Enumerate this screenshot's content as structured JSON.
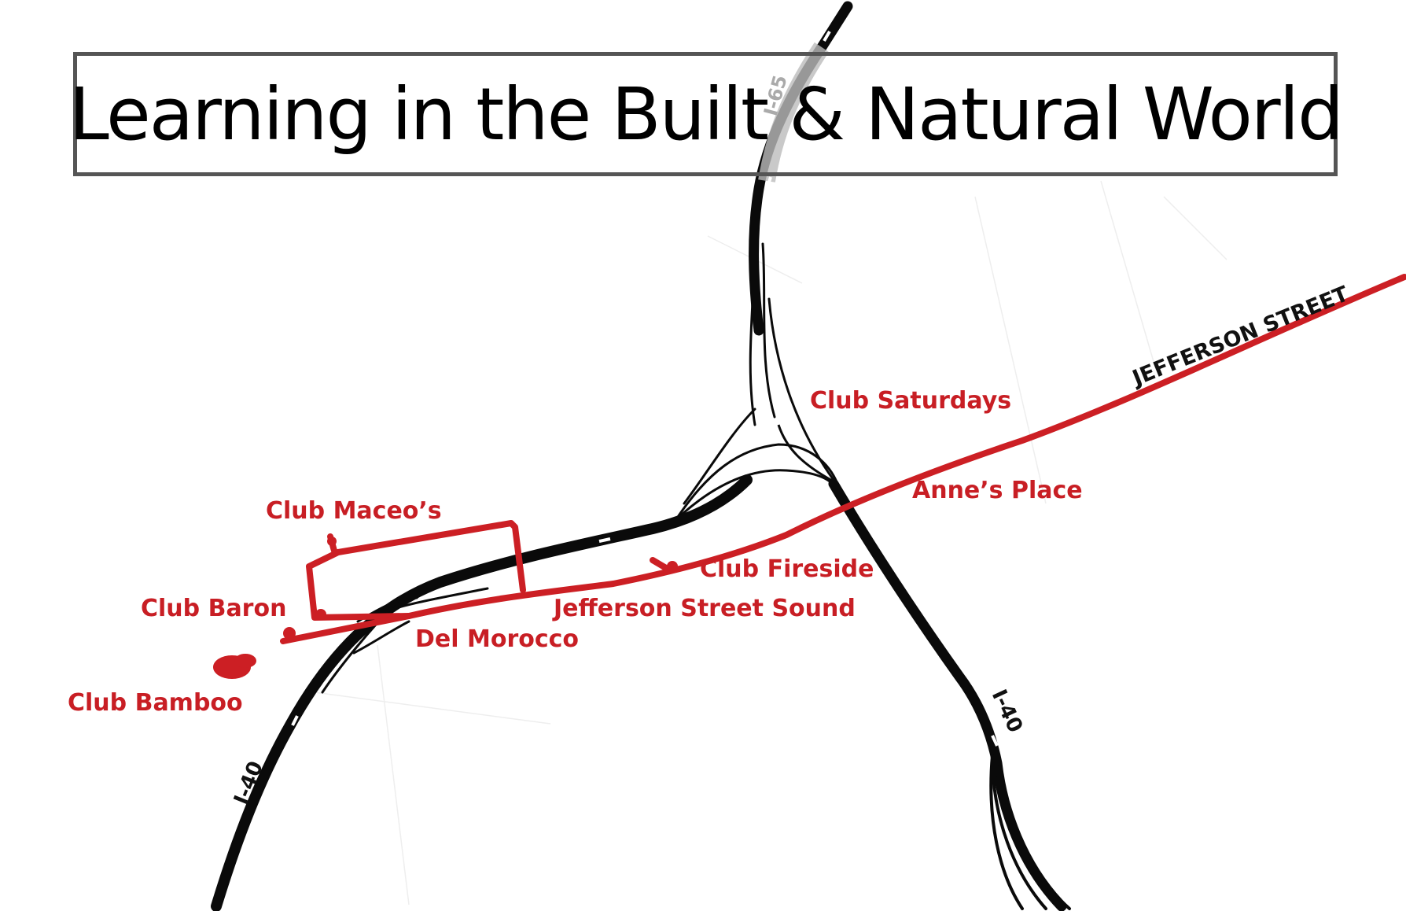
{
  "title": "Learning in the Built & Natural World",
  "colors": {
    "route": "#cc1f24",
    "highway": "#0a0a0a",
    "label_red": "#c81e24",
    "title_border": "#555555"
  },
  "roads": {
    "jefferson": "JEFFERSON STREET",
    "i40_west": "I-40",
    "i40_east": "I-40",
    "i65": "I-65"
  },
  "clubs": {
    "saturdays": "Club Saturdays",
    "annes": "Anne’s Place",
    "maceos": "Club Maceo’s",
    "fireside": "Club Fireside",
    "baron": "Club Baron",
    "jss": "Jefferson Street Sound",
    "del_morocco": "Del Morocco",
    "bamboo": "Club Bamboo"
  }
}
